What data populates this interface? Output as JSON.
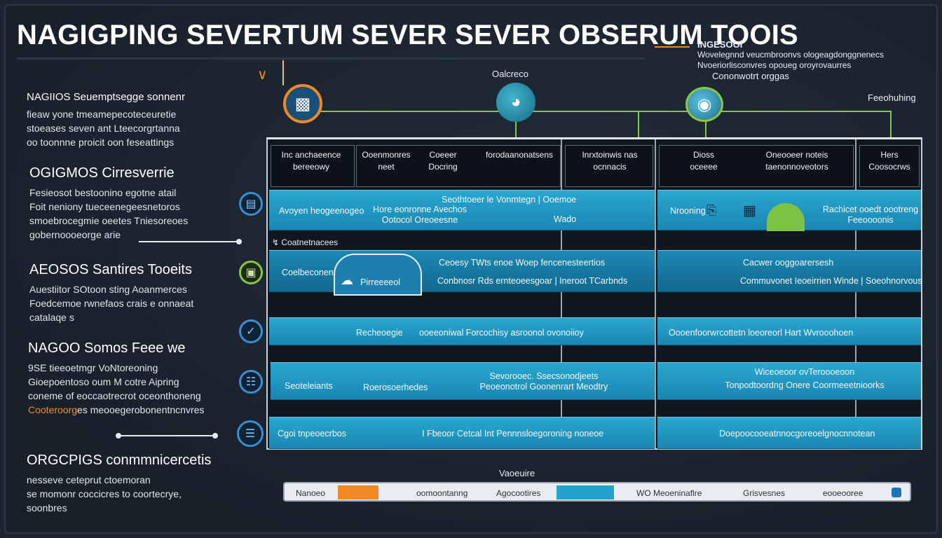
{
  "header": {
    "title": "NAGIGPING SEVERTUM SEVER SEVER OBSERUM TOOIS",
    "corner_title": "INGESOOI",
    "corner_lines": [
      "Wovelegnnd veucmbroonvs ologeagdonggnenecs",
      "Nvoeriorlisconvres opoueg oroyrovaurres"
    ]
  },
  "left_sections": [
    {
      "title": "NAGIIOS Seuemptsegge sonnenr",
      "lines": [
        "fieaw yone tmeamepecoteceuretie",
        "stoeases seven ant Lteecorgrtanna",
        "oo toonnne proicit oon feseattings"
      ]
    },
    {
      "title": "OGIGMOS Cirresverrie",
      "lines": [
        "Fesieosot bestoonino egotne atail",
        "Foit neniony tueceenegeesnetoros",
        "smoebrocegmie oeetes Tniesoreoes",
        "gobernoooeorge arie"
      ]
    },
    {
      "title": "AEOSOS Santires Tooeits",
      "lines": [
        "Auestiitor SOtoon sting Aoanmerces",
        "Foedcemoe rwnefaos crais e onnaeat",
        "catalaqe s"
      ]
    },
    {
      "title": "NAGOO Somos Feee we",
      "lines": [
        "9SE tieeoetmgr VoNtoreoning",
        "Gioepoentoso oum M cotre Aipring",
        "coneme of eoccaotrecrot oceonthoneng"
      ],
      "last_prefix": "Cooteroorg",
      "last_suffix": "es meooegerobonentncnvres"
    },
    {
      "title": "ORGCPIGS conmmnicercetis",
      "lines": [
        "nesseve ceteprut ctoemoran",
        "se momonr coccicres to coortecrye,",
        "soonbres"
      ]
    }
  ],
  "top_nodes": {
    "center_label": "Oalcreco",
    "right_label": "Cononwotrt orggas",
    "far_right_label": "Feeohuhing"
  },
  "table": {
    "headers": [
      [
        "Inc anchaeence",
        "bereeowy"
      ],
      [
        "Ooenmonres",
        "neet"
      ],
      [
        "Coeeer",
        "Docring"
      ],
      [
        "forodaanonatsens"
      ],
      [
        "Inrxtoinwis nas",
        "ocnnacis"
      ],
      [
        "Dioss",
        "oceeee"
      ],
      [
        "Oneooeer noteis",
        "taenonnoveotors"
      ],
      [
        "Hers",
        "Coosocrws"
      ]
    ],
    "row1": {
      "a": "Avoyen heogeenogeo",
      "b": [
        "Hore eonronne Avechos",
        "Ootocol Oreoeesne"
      ],
      "c": "Seothtoeer le Vonmtegn | Ooemoe",
      "d": "Wado",
      "e": "Nrooning",
      "f": [
        "Rachicet ooedt oootreng",
        "Feeoooonis"
      ]
    },
    "sep1": "Coatnetnacees",
    "row2": {
      "a": "Coelbeconenty",
      "b": "Pirreeeeol",
      "c": "Ceoesy TWts enoe Woep fencenesteertios",
      "d": "Conbnosr Rds ernteoeesgoar | Ineroot TCarbnds",
      "e": "Cacwer ooggoarersesh",
      "f": "Commuvonet Ieoeirrien Winde | Soeohnorvous"
    },
    "row3": {
      "a": "Recheoegie",
      "b": "ooeeoniwal Forcochisy asroonol ovonoiioy",
      "c": "Oooenfoorwrcottetn loeoreorl Hart Wvrooohoen"
    },
    "row4": {
      "a": "Seoteleiants",
      "b": "Roerosoerhedes",
      "c": [
        "Sevorooec. Ssecsonodjeets",
        "Peoeonotrol Goonenrart Meodtry"
      ],
      "d": [
        "Wiceoeoor ovTeroooeoon",
        "Tonpodtoordng Onere Coormeeetnioorks"
      ]
    },
    "row5": {
      "a": "Cgoi tnpeoecrbos",
      "b": "I Fbeoor Cetcal Int Pennnsloegoroning noneoe",
      "c": "Doepoocooeatnnocgoreoelgnocnnotean"
    }
  },
  "legend": {
    "title": "Vaoeuire",
    "items": [
      "Nanoeo",
      "oomoontanng",
      "Agocootires",
      "WO Meoeninaflre",
      "Grisvesnes",
      "eooeooree"
    ],
    "colors": {
      "orange": "#f08a24",
      "teal": "#23a3cc",
      "blue": "#1f73b8"
    }
  }
}
